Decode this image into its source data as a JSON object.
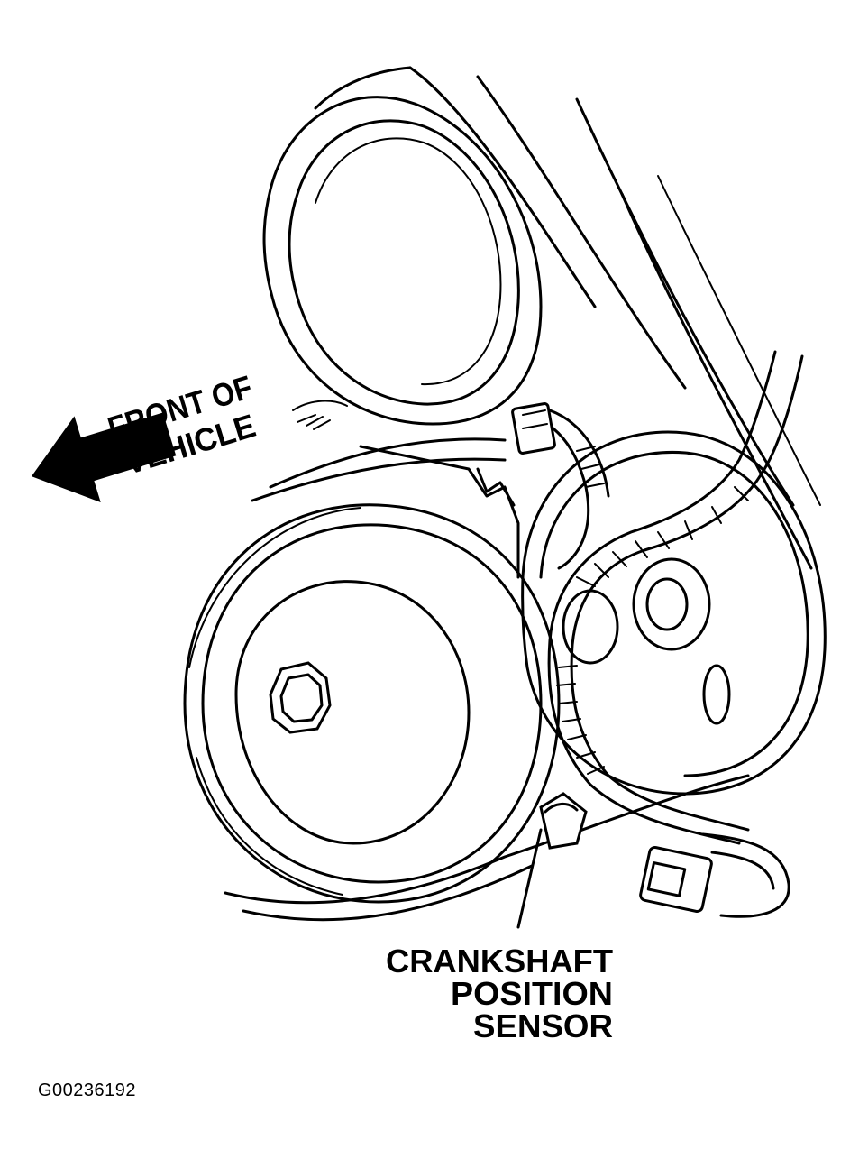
{
  "labels": {
    "front_line1": "FRONT OF",
    "front_line2": "VEHICLE",
    "sensor_line1": "CRANKSHAFT",
    "sensor_line2": "POSITION",
    "sensor_line3": "SENSOR"
  },
  "figure_id": "G00236192",
  "colors": {
    "ink": "#000000",
    "paper": "#ffffff"
  }
}
